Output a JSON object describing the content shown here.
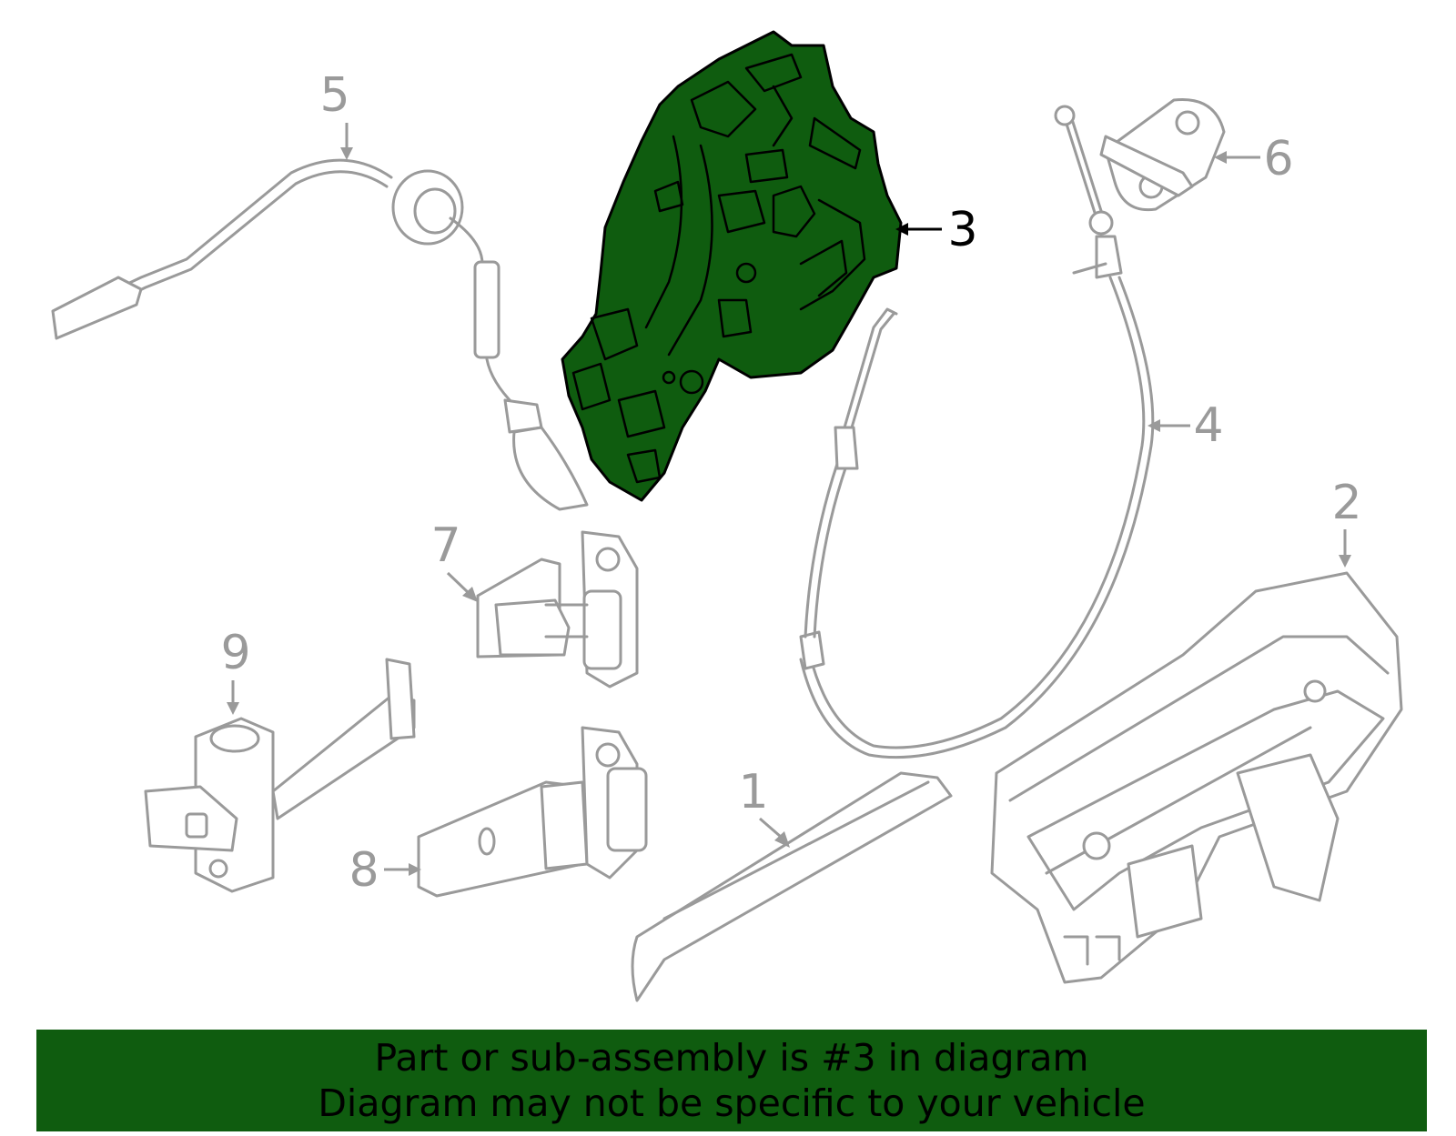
{
  "callouts": [
    {
      "id": "1",
      "label": "1"
    },
    {
      "id": "2",
      "label": "2"
    },
    {
      "id": "3",
      "label": "3"
    },
    {
      "id": "4",
      "label": "4"
    },
    {
      "id": "5",
      "label": "5"
    },
    {
      "id": "6",
      "label": "6"
    },
    {
      "id": "7",
      "label": "7"
    },
    {
      "id": "8",
      "label": "8"
    },
    {
      "id": "9",
      "label": "9"
    }
  ],
  "highlighted_part": "3",
  "colors": {
    "highlight": "#0f5c0f",
    "line": "#9a9a9a",
    "highlight_outline": "#000000"
  },
  "banner": {
    "line1": "Part or sub-assembly is #3 in diagram",
    "line2": "Diagram may not be specific to your vehicle"
  }
}
